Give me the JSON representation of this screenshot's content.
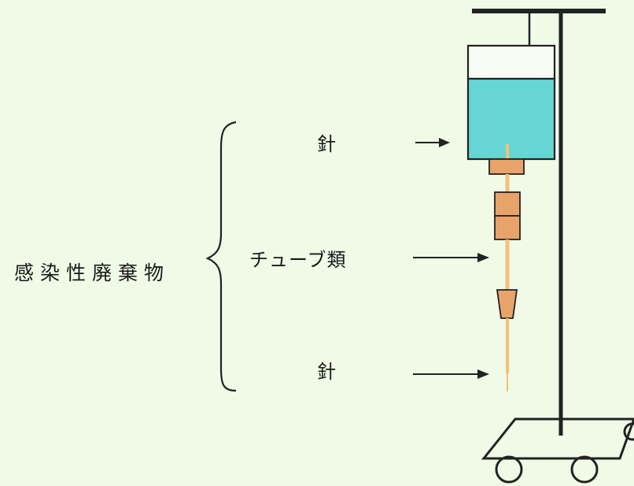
{
  "labels": {
    "category": "感染性廃棄物",
    "needle_top": "針",
    "tubes": "チューブ類",
    "needle_bottom": "針"
  },
  "colors": {
    "background": "#f1f9e7",
    "fluid": "#66d6d4",
    "connector": "#e8a36a",
    "tube": "#f0c27a",
    "stroke": "#222222"
  }
}
